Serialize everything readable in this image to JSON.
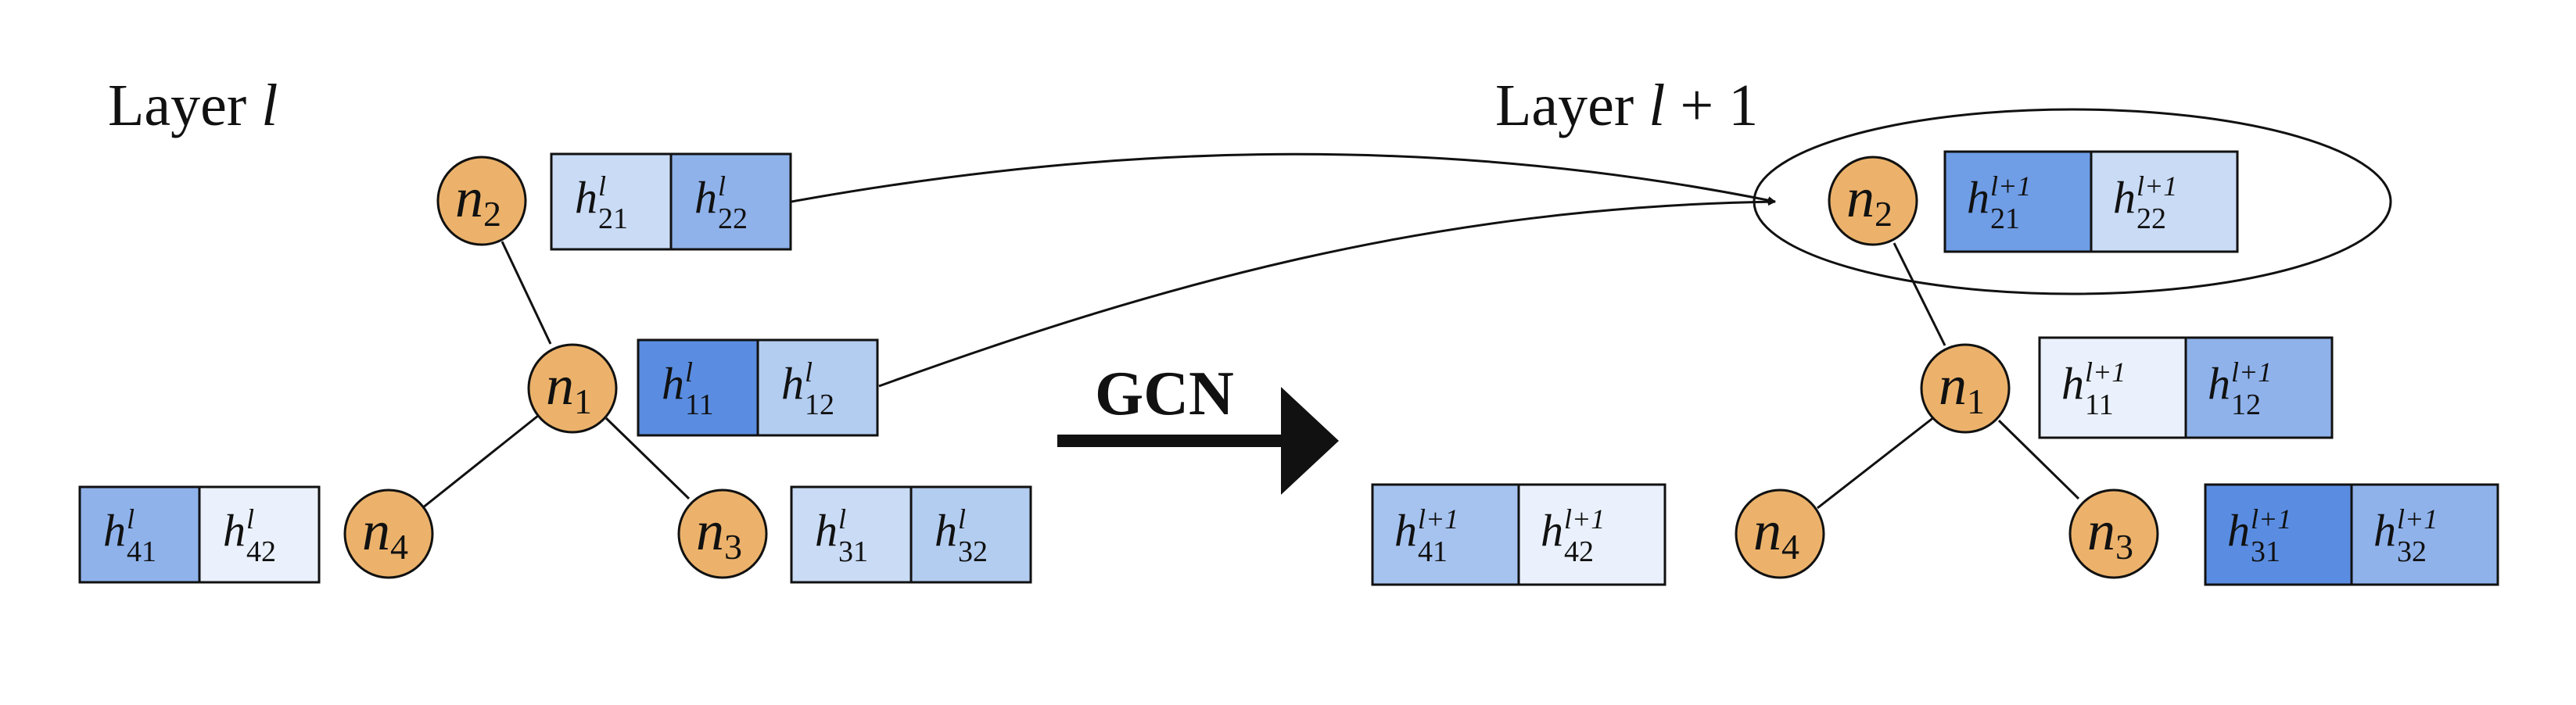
{
  "layer_left": {
    "prefix": "Layer ",
    "var": "l"
  },
  "layer_right": {
    "prefix": "Layer ",
    "var": "l",
    "suffix": " + 1"
  },
  "gcn_label": "GCN",
  "colors": {
    "node_fill": "#ECB26B",
    "cell_palest": "#EAF1FC",
    "cell_pale": "#C9DBF5",
    "cell_light": "#B3CDF1",
    "cell_mid": "#A6C3EF",
    "cell_medium": "#8FB2EB",
    "cell_strong": "#6F9DE6",
    "cell_deep": "#5A8DE1"
  },
  "left_graph": {
    "nodes": [
      {
        "id": "n1",
        "main": "n",
        "sub": "1"
      },
      {
        "id": "n2",
        "main": "n",
        "sub": "2"
      },
      {
        "id": "n3",
        "main": "n",
        "sub": "3"
      },
      {
        "id": "n4",
        "main": "n",
        "sub": "4"
      }
    ],
    "features": [
      {
        "node": "n2",
        "cells": [
          {
            "main": "h",
            "sup": "l",
            "sub": "21",
            "color": "#C9DBF5"
          },
          {
            "main": "h",
            "sup": "l",
            "sub": "22",
            "color": "#8FB2EB"
          }
        ]
      },
      {
        "node": "n1",
        "cells": [
          {
            "main": "h",
            "sup": "l",
            "sub": "11",
            "color": "#5A8DE1"
          },
          {
            "main": "h",
            "sup": "l",
            "sub": "12",
            "color": "#B3CDF1"
          }
        ]
      },
      {
        "node": "n3",
        "cells": [
          {
            "main": "h",
            "sup": "l",
            "sub": "31",
            "color": "#C9DBF5"
          },
          {
            "main": "h",
            "sup": "l",
            "sub": "32",
            "color": "#B3CDF1"
          }
        ]
      },
      {
        "node": "n4",
        "cells": [
          {
            "main": "h",
            "sup": "l",
            "sub": "41",
            "color": "#8FB2EB"
          },
          {
            "main": "h",
            "sup": "l",
            "sub": "42",
            "color": "#EAF1FC"
          }
        ]
      }
    ]
  },
  "right_graph": {
    "nodes": [
      {
        "id": "n1",
        "main": "n",
        "sub": "1"
      },
      {
        "id": "n2",
        "main": "n",
        "sub": "2"
      },
      {
        "id": "n3",
        "main": "n",
        "sub": "3"
      },
      {
        "id": "n4",
        "main": "n",
        "sub": "4"
      }
    ],
    "features": [
      {
        "node": "n2",
        "cells": [
          {
            "main": "h",
            "sup": "l+1",
            "sub": "21",
            "color": "#6F9DE6"
          },
          {
            "main": "h",
            "sup": "l+1",
            "sub": "22",
            "color": "#C9DBF5"
          }
        ]
      },
      {
        "node": "n1",
        "cells": [
          {
            "main": "h",
            "sup": "l+1",
            "sub": "11",
            "color": "#EAF1FC"
          },
          {
            "main": "h",
            "sup": "l+1",
            "sub": "12",
            "color": "#8FB2EB"
          }
        ]
      },
      {
        "node": "n3",
        "cells": [
          {
            "main": "h",
            "sup": "l+1",
            "sub": "31",
            "color": "#5A8DE1"
          },
          {
            "main": "h",
            "sup": "l+1",
            "sub": "32",
            "color": "#8FB2EB"
          }
        ]
      },
      {
        "node": "n4",
        "cells": [
          {
            "main": "h",
            "sup": "l+1",
            "sub": "41",
            "color": "#A6C3EF"
          },
          {
            "main": "h",
            "sup": "l+1",
            "sub": "42",
            "color": "#EAF1FC"
          }
        ]
      }
    ]
  }
}
